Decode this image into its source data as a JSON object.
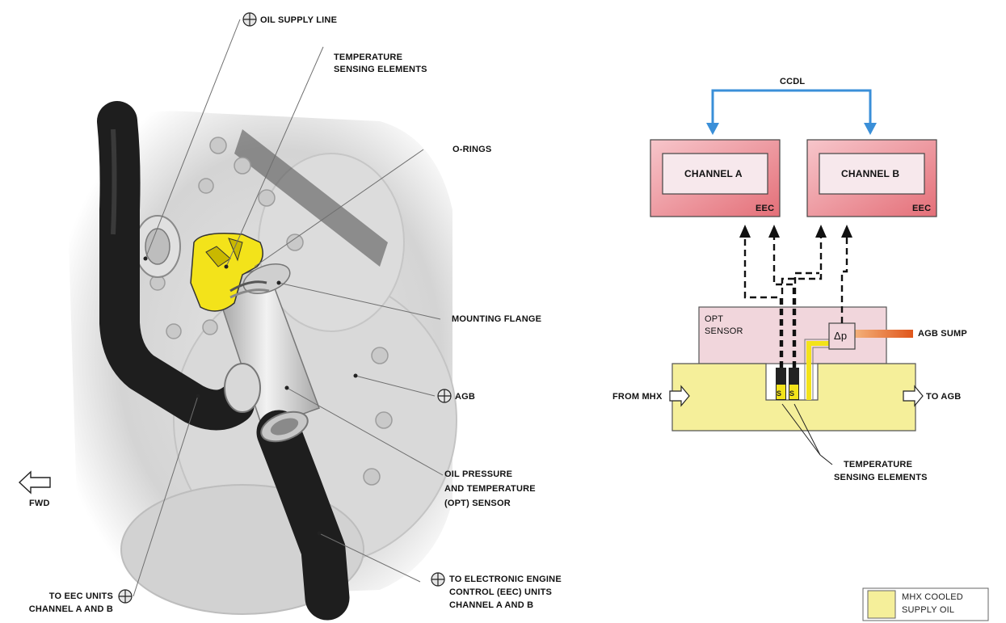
{
  "left_view": {
    "labels": {
      "oil_supply_line": "OIL SUPPLY  LINE",
      "temp_sensing_1": "TEMPERATURE",
      "temp_sensing_2": "SENSING ELEMENTS",
      "o_rings": "O-RINGS",
      "mounting_flange": "MOUNTING FLANGE",
      "agb": "AGB",
      "opt_1": "OIL PRESSURE",
      "opt_2": "AND TEMPERATURE",
      "opt_3": "(OPT) SENSOR",
      "fwd": "FWD",
      "to_eec_1": "TO EEC UNITS",
      "to_eec_2": "CHANNEL A AND B",
      "to_electronic_1": "TO ELECTRONIC ENGINE",
      "to_electronic_2": "CONTROL (EEC) UNITS",
      "to_electronic_3": "CHANNEL A AND B"
    }
  },
  "schematic": {
    "ccdl": "CCDL",
    "channel_a": "CHANNEL A",
    "channel_b": "CHANNEL B",
    "eec_a": "EEC",
    "eec_b": "EEC",
    "opt_1": "OPT",
    "opt_2": "SENSOR",
    "delta_p": "Δp",
    "agb_sump": "AGB SUMP",
    "from_mhx": "FROM MHX",
    "to_agb": "TO AGB",
    "temp_sensing_1": "TEMPERATURE",
    "temp_sensing_2": "SENSING ELEMENTS",
    "sensor_glyph": "S"
  },
  "legend": {
    "line1": "MHX COOLED",
    "line2": "SUPPLY OIL"
  },
  "colors": {
    "ccdl_blue": "#3a8fd8",
    "eec_red": "#e46f78",
    "channel_fill": "#f7e8ec",
    "opt_pink": "#f1d6dc",
    "oil_yellow": "#f5ef9a",
    "sensor_yellow": "#f3e31a",
    "sump_orange": "#e0561b"
  }
}
